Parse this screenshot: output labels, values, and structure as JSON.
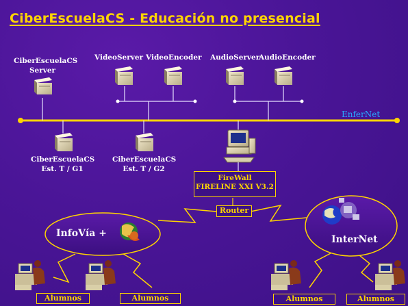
{
  "title": "CiberEscuelaCS - Educación no presencial",
  "servers": {
    "cs_server_line1": "CiberEscuelaCS",
    "cs_server_line2": "Server",
    "video_server": "VideoServer",
    "video_encoder": "VideoEncoder",
    "audio_server": "AudioServer",
    "audio_encoder": "AudioEncoder"
  },
  "network_label": "EnferNet",
  "stations": [
    {
      "line1": "CiberEscuelaCS",
      "line2": "Est. T / G1"
    },
    {
      "line1": "CiberEscuelaCS",
      "line2": "Est. T / G2"
    }
  ],
  "firewall": {
    "line1": "FireWall",
    "line2": "FIRELINE XXI V3.2"
  },
  "router": "Router",
  "infovia": "InfoVía +",
  "internet": "InterNet",
  "alumnos": [
    "Alumnos",
    "Alumnos",
    "Alumnos",
    "Alumnos"
  ],
  "colors": {
    "title": "#ffd400",
    "bus": "#ffd400",
    "network_label": "#29a8ff",
    "background": "#4a1597"
  }
}
